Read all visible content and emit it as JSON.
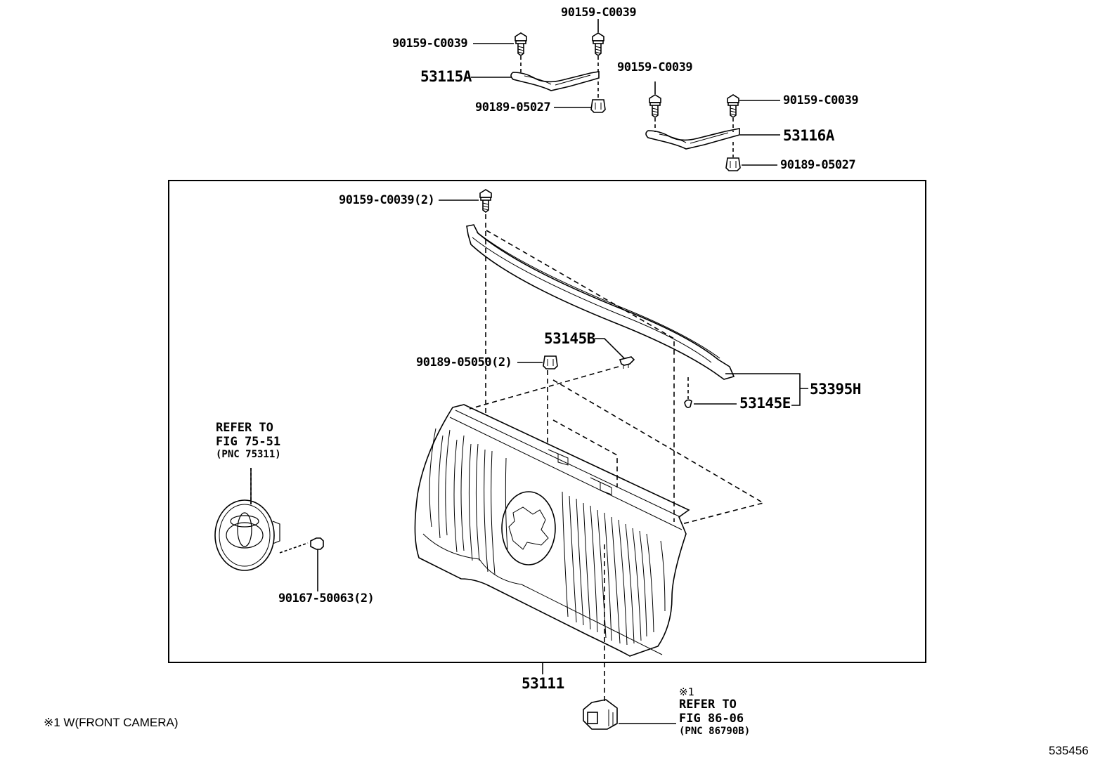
{
  "parts": {
    "bolt_top_center": "90159-C0039",
    "bolt_top_left": "90159-C0039",
    "bracket_left": "53115A",
    "nut_left": "90189-05027",
    "bolt_mid": "90159-C0039",
    "bolt_right": "90159-C0039",
    "bracket_right": "53116A",
    "nut_right": "90189-05027",
    "bolt_molding": "90159-C0039(2)",
    "clip_53145b": "53145B",
    "nut_grille": "90189-05050(2)",
    "clip_53145e": "53145E",
    "molding": "53395H",
    "emblem_screw": "90167-50063(2)",
    "grille": "53111"
  },
  "refs": {
    "emblem": {
      "line1": "REFER TO",
      "line2": "FIG 75-51",
      "line3": "(PNC 75311)"
    },
    "camera": {
      "mark": "※1",
      "line1": "REFER TO",
      "line2": "FIG 86-06",
      "line3": "(PNC 86790B)"
    }
  },
  "footnote": "※1 W(FRONT CAMERA)",
  "illustration_number": "535456"
}
